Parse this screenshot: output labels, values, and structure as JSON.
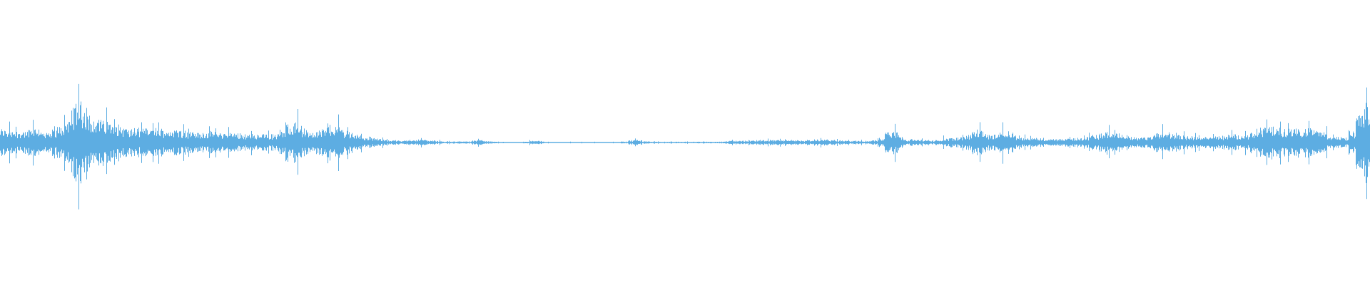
{
  "chart_data": {
    "type": "area",
    "title": "",
    "xlabel": "",
    "ylabel": "",
    "ylim": [
      -1,
      1
    ],
    "grid": false,
    "legend": "none",
    "color": "#5DADE2",
    "series": [
      {
        "peak_envelope": [
          0.15,
          0.12,
          0.18,
          0.12,
          0.21,
          0.47,
          0.28,
          0.25,
          0.18,
          0.15,
          0.15,
          0.15,
          0.15,
          0.11,
          0.12,
          0.11,
          0.11,
          0.09,
          0.09,
          0.09,
          0.26,
          0.12,
          0.15,
          0.2,
          0.12,
          0.07,
          0.04,
          0.025,
          0.02,
          0.035,
          0.02,
          0.012,
          0.01,
          0.03,
          0.01,
          0.006,
          0.006,
          0.02,
          0.006,
          0.006,
          0.006,
          0.006,
          0.006,
          0.006,
          0.03,
          0.009,
          0.009,
          0.009,
          0.009,
          0.009,
          0.009,
          0.02,
          0.02,
          0.03,
          0.03,
          0.025,
          0.02,
          0.035,
          0.025,
          0.02,
          0.02,
          0.025,
          0.15,
          0.035,
          0.03,
          0.02,
          0.05,
          0.06,
          0.15,
          0.07,
          0.15,
          0.06,
          0.05,
          0.035,
          0.04,
          0.05,
          0.07,
          0.13,
          0.09,
          0.05,
          0.06,
          0.13,
          0.09,
          0.07,
          0.06,
          0.07,
          0.09,
          0.09,
          0.18,
          0.17,
          0.15,
          0.17,
          0.13,
          0.06,
          0.05,
          0.43
        ]
      }
    ]
  }
}
